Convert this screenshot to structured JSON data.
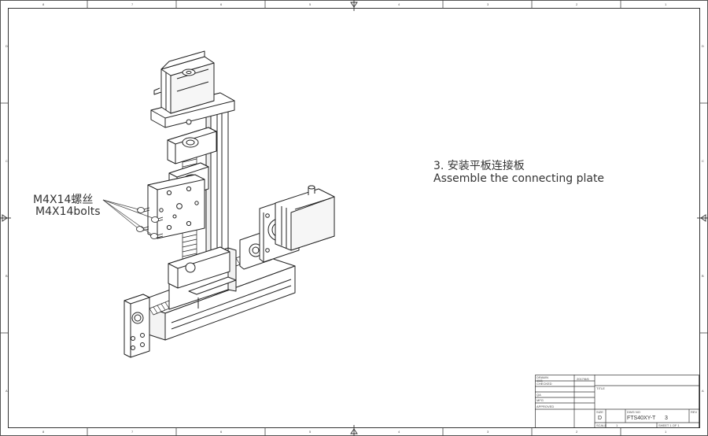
{
  "border": {
    "columns": [
      "8",
      "7",
      "6",
      "5",
      "4",
      "3",
      "2",
      "1"
    ],
    "rows": [
      "D",
      "C",
      "B",
      "A"
    ]
  },
  "callout": {
    "line1": "M4X14螺丝",
    "line2": "M4X14bolts"
  },
  "instruction": {
    "step_cn": "3. 安装平板连接板",
    "step_en": "Assemble the connecting plate"
  },
  "title_block": {
    "drawn_label": "DRAWN",
    "drawn_name": "1111",
    "drawn_date": "2017/6/6",
    "checked_label": "CHECKED",
    "qa_label": "QA",
    "mfg_label": "MFG",
    "approved_label": "APPROVED",
    "title_label": "TITLE",
    "size_label": "SIZE",
    "size_value": "D",
    "dwg_no_label": "DWG NO",
    "dwg_no_value": "FTS40XY-T",
    "dwg_no_suffix": "3",
    "rev_label": "REV",
    "scale_label": "SCALE",
    "scale_value": "1",
    "sheet_text": "SHEET 1  OF 1"
  }
}
